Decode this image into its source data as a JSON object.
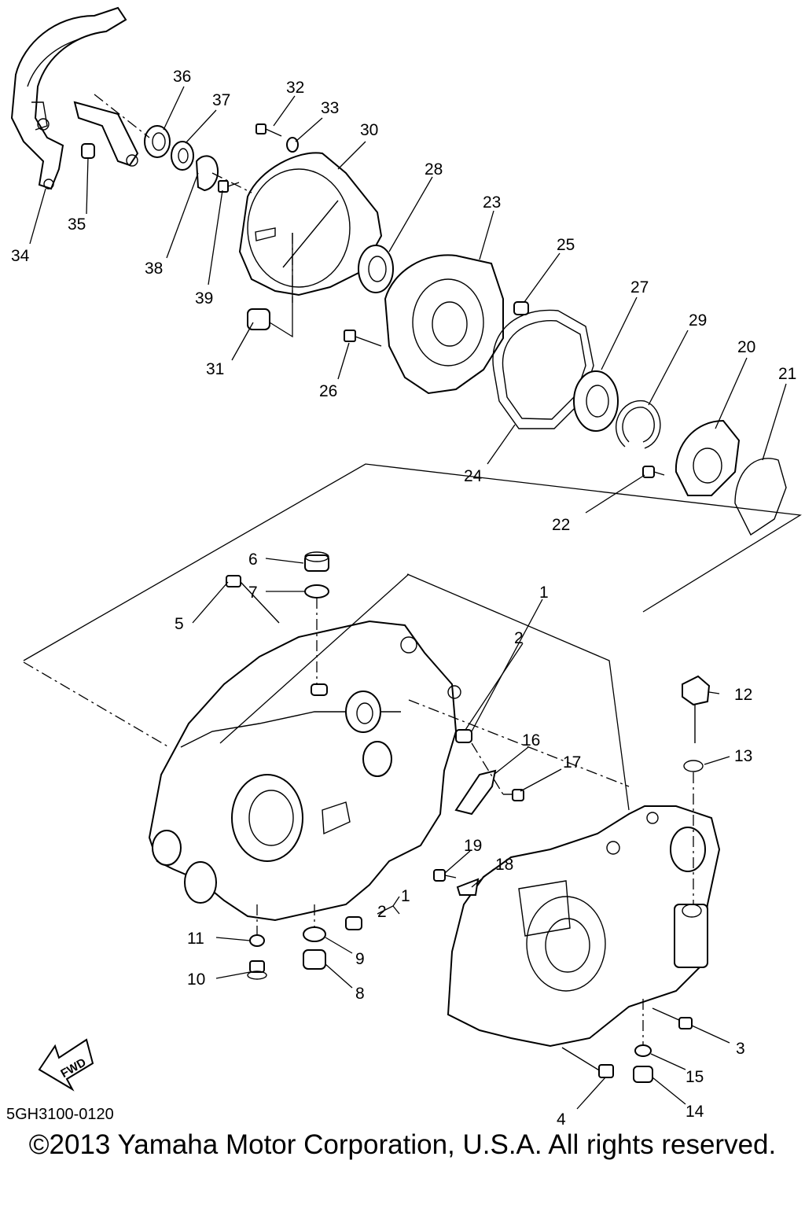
{
  "callouts": [
    "1",
    "2",
    "3",
    "4",
    "5",
    "6",
    "7",
    "8",
    "9",
    "10",
    "11",
    "12",
    "13",
    "14",
    "15",
    "16",
    "17",
    "18",
    "19",
    "20",
    "21",
    "22",
    "23",
    "24",
    "25",
    "26",
    "27",
    "28",
    "29",
    "30",
    "31",
    "32",
    "33",
    "34",
    "35",
    "36",
    "37",
    "38",
    "39"
  ],
  "secondary_callouts": [
    "1",
    "2"
  ],
  "fwd_label": "FWD",
  "diagram_code": "5GH3100-0120",
  "copyright": "©2013 Yamaha Motor Corporation, U.S.A. All rights reserved."
}
